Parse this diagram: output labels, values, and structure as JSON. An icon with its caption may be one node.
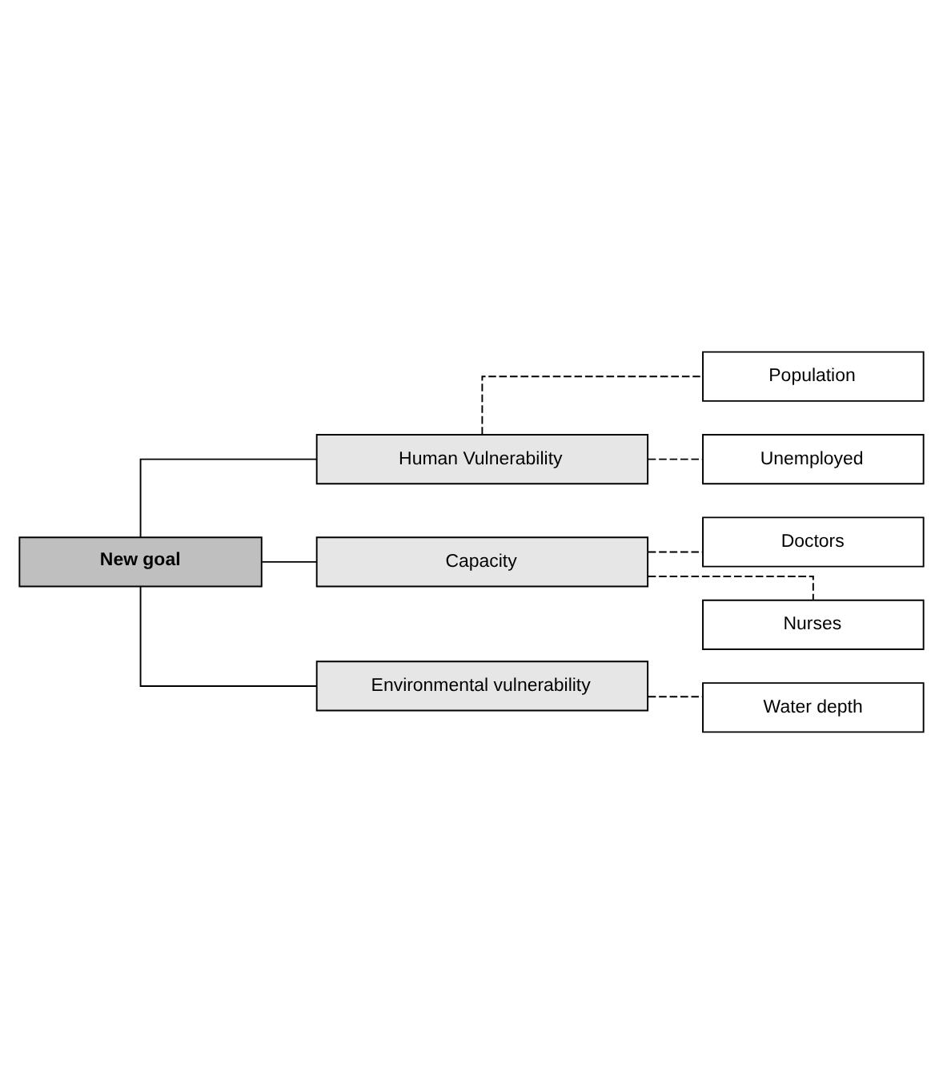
{
  "diagram": {
    "nodes": [
      {
        "text": [
          "New goal"
        ]
      },
      {
        "text": [
          "Human Vulnerability"
        ]
      },
      {
        "text": [
          "Population"
        ]
      },
      {
        "text": [
          "Unemployed"
        ]
      },
      {
        "text": [
          "Capacity"
        ]
      },
      {
        "text": [
          "Doctors"
        ]
      },
      {
        "text": [
          "Nurses"
        ]
      },
      {
        "text": [
          "Environmental vulnerability"
        ]
      },
      {
        "text": [
          "Water depth"
        ]
      }
    ],
    "edges": [
      {
        "from": 0,
        "to": 1,
        "arrow": "none"
      },
      {
        "from": 1,
        "to": 2,
        "arrow": "none",
        "style": "dashed"
      },
      {
        "from": 1,
        "to": 3,
        "arrow": "none",
        "style": "dashed"
      },
      {
        "from": 0,
        "to": 4,
        "arrow": "none"
      },
      {
        "from": 4,
        "to": 5,
        "arrow": "none",
        "style": "dashed"
      },
      {
        "from": 4,
        "to": 6,
        "arrow": "none",
        "style": "dashed"
      },
      {
        "from": 0,
        "to": 7,
        "arrow": "none"
      },
      {
        "from": 7,
        "to": 8,
        "arrow": "none",
        "style": "dashed"
      }
    ]
  }
}
